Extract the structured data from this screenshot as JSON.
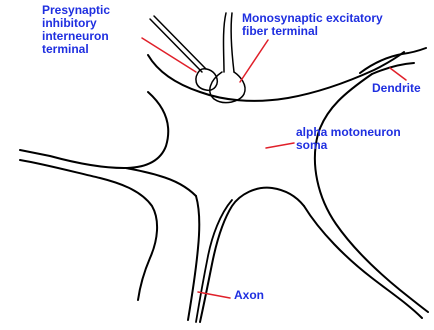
{
  "labels": {
    "presynaptic": [
      "Presynaptic",
      "inhibitory",
      "interneuron",
      "terminal"
    ],
    "monosynaptic": [
      "Monosynaptic excitatory",
      "fiber terminal"
    ],
    "dendrite": "Dendrite",
    "soma": [
      "alpha motoneuron",
      "soma"
    ],
    "axon": "Axon"
  },
  "colors": {
    "label_text": "#1f2fe0",
    "leader_line": "#e0202a",
    "outline": "#000000"
  }
}
